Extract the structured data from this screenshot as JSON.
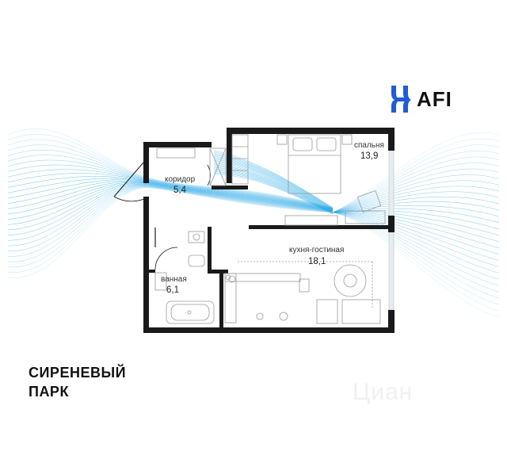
{
  "brand": {
    "logo_text": "AFI",
    "logo_mark": "afi-w-mark-icon",
    "logo_color": "#1f5cd6"
  },
  "project": {
    "line1": "СИРЕНЕВЫЙ",
    "line2": "ПАРК"
  },
  "rooms": {
    "corridor": {
      "name": "коридор",
      "area": "5,4"
    },
    "bedroom": {
      "name": "спальня",
      "area": "13,9"
    },
    "kitchen_living": {
      "name": "кухня-гостиная",
      "area": "18,1"
    },
    "bathroom": {
      "name": "ванная",
      "area": "6,1"
    }
  },
  "watermark": {
    "text": "Циан"
  },
  "colors": {
    "wall": "#1a1a1a",
    "wave": "#29a9e8",
    "furniture": "#9a9a9a",
    "window": "#cfd8de"
  }
}
